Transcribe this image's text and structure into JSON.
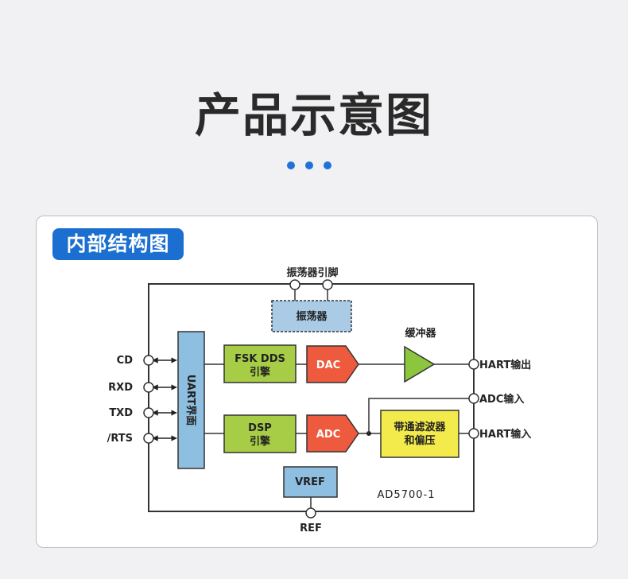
{
  "title": "产品示意图",
  "badge": "内部结构图",
  "diagram": {
    "oscillator_pins": "振荡器引脚",
    "oscillator": "振荡器",
    "buffer": "缓冲器",
    "uart": "UART界面",
    "fsk_line1": "FSK DDS",
    "fsk_line2": "引擎",
    "dac": "DAC",
    "dsp_line1": "DSP",
    "dsp_line2": "引擎",
    "adc": "ADC",
    "filter_line1": "带通滤波器",
    "filter_line2": "和偏压",
    "vref": "VREF",
    "part": "AD5700-1",
    "pins_left": [
      "CD",
      "RXD",
      "TXD",
      "/RTS"
    ],
    "hart_out": "HART输出",
    "adc_in": "ADC输入",
    "hart_in": "HART输入",
    "ref": "REF",
    "colors": {
      "uart": "#8fbfe0",
      "engine": "#a7cc45",
      "converter": "#ee5a3e",
      "filter": "#f3ea4c",
      "buffer": "#8cc63f",
      "oscillator": "#a9cbe6"
    }
  }
}
